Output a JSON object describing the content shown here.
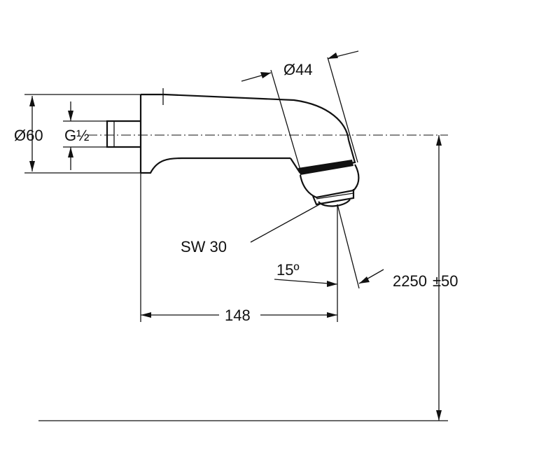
{
  "labels": {
    "dia_outlet": "Ø44",
    "dia_flange": "Ø60",
    "thread": "G",
    "thread_fraction": "½",
    "wrench_size": "SW 30",
    "angle": "15º",
    "projection": "148",
    "height_value": "2250",
    "height_tolerance": "±50"
  }
}
